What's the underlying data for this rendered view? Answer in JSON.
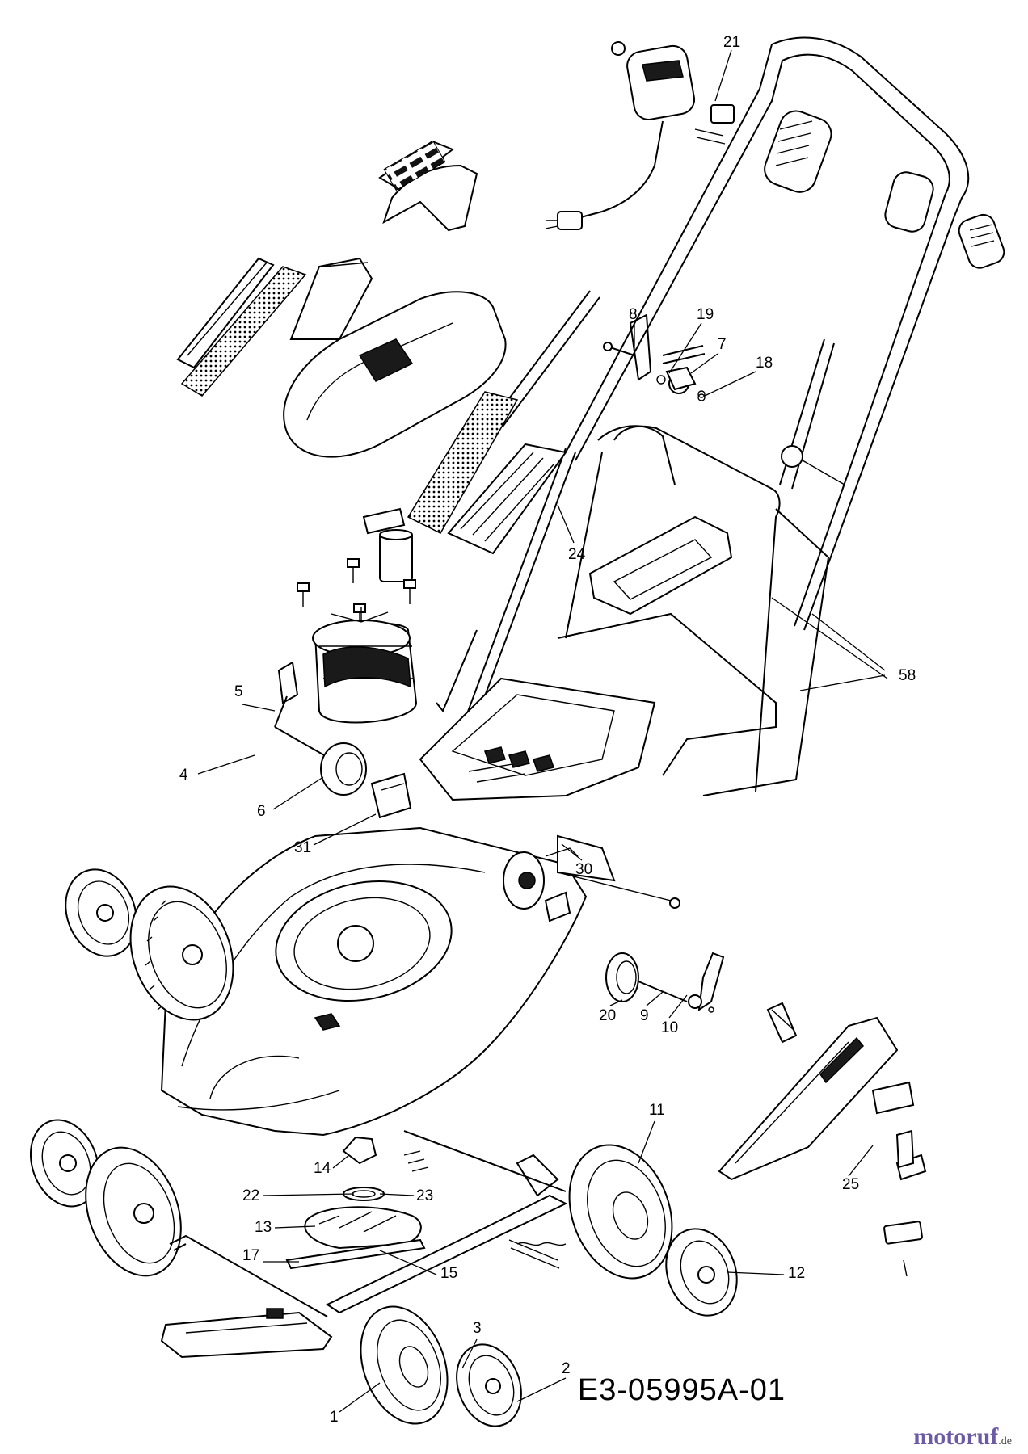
{
  "diagram": {
    "labels": [
      "21",
      "8",
      "19",
      "7",
      "18",
      "24",
      "58",
      "5",
      "4",
      "6",
      "31",
      "30",
      "20",
      "9",
      "10",
      "11",
      "14",
      "22",
      "23",
      "13",
      "17",
      "15",
      "12",
      "25",
      "3",
      "2",
      "1"
    ],
    "drawing_code": "E3-05995A-01",
    "watermark": "motoruf",
    "watermark_suffix": ".de"
  }
}
